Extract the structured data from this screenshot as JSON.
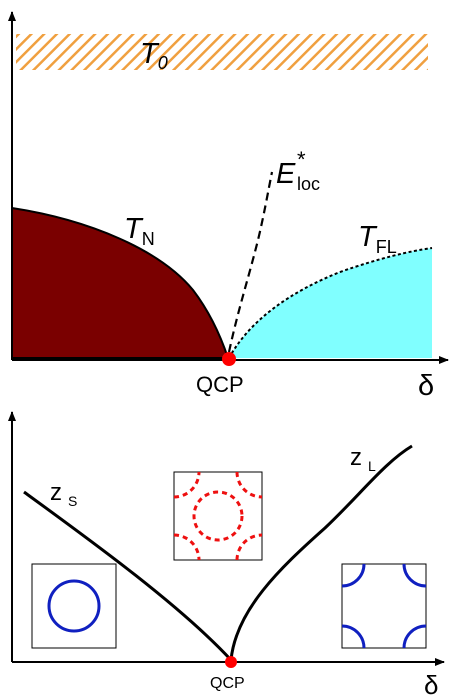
{
  "top_panel": {
    "labels": {
      "t0_main": "T",
      "t0_sub": "0",
      "tn_main": "T",
      "tn_sub": "N",
      "eloc_main": "E",
      "eloc_sup": "*",
      "eloc_sub": "loc",
      "tfl_main": "T",
      "tfl_sub": "FL",
      "qcp": "QCP",
      "x_axis": "δ"
    },
    "colors": {
      "hatch": "#f0a040",
      "neel_region": "#7a0000",
      "fermi_liquid_region": "#80ffff",
      "qcp_dot": "#ff0000"
    }
  },
  "bottom_panel": {
    "labels": {
      "zs_main": "z",
      "zs_sub": "S",
      "zl_main": "z",
      "zl_sub": "L",
      "qcp": "QCP",
      "x_axis": "δ"
    },
    "colors": {
      "small_fs": "#1020c0",
      "critical_fs": "#ee1010",
      "large_fs": "#1020c0",
      "qcp_dot": "#ff0000"
    }
  }
}
